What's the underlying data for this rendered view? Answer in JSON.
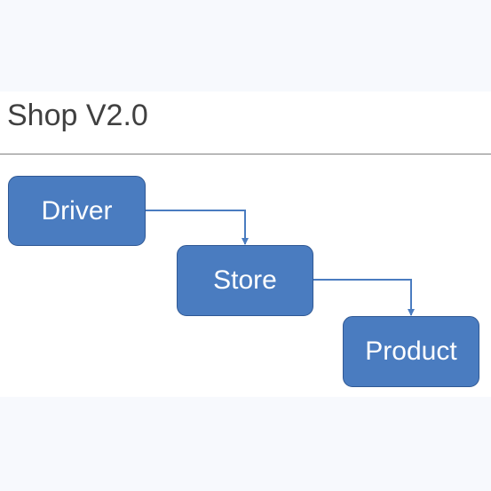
{
  "slide": {
    "title": "Shop V2.0"
  },
  "diagram": {
    "nodes": [
      {
        "id": "driver",
        "label": "Driver"
      },
      {
        "id": "store",
        "label": "Store"
      },
      {
        "id": "product",
        "label": "Product"
      }
    ],
    "edges": [
      {
        "from": "driver",
        "to": "store"
      },
      {
        "from": "store",
        "to": "product"
      }
    ],
    "colors": {
      "node_fill": "#4a7cc0",
      "node_border": "#2f5894",
      "connector": "#4a7cc0",
      "title_text": "#404040"
    }
  }
}
